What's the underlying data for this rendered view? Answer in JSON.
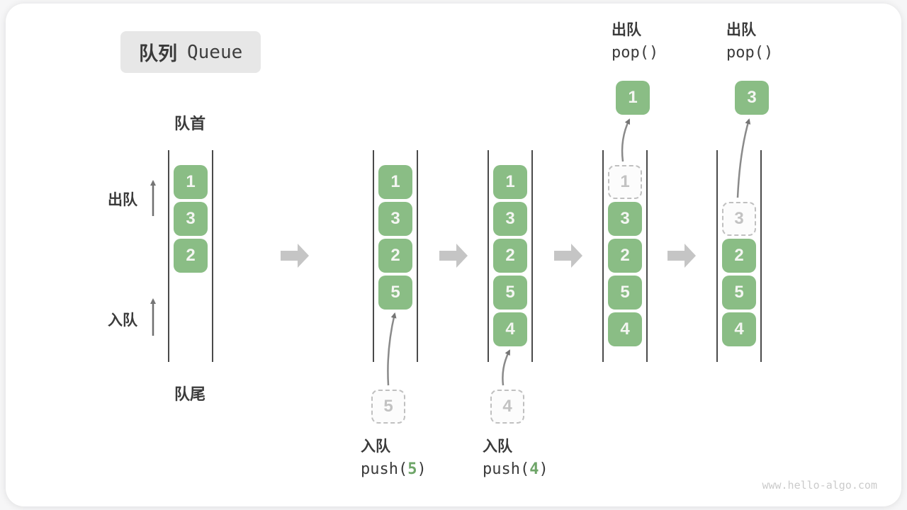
{
  "title": {
    "zh": "队列",
    "en": "Queue"
  },
  "side_labels": {
    "front": "队首",
    "rear": "队尾",
    "dequeue": "出队",
    "enqueue": "入队"
  },
  "watermark": "www.hello-algo.com",
  "colors": {
    "item_green": "#8abd85",
    "code_arg_green": "#6ea568",
    "flow_arrow_gray": "#c5c5c5",
    "thin_arrow_gray": "#7a7a7a",
    "ghost_gray": "#c2c2c2",
    "text_dark": "#3b3b3b"
  },
  "states": [
    {
      "slots": [
        [
          "1",
          "filled"
        ],
        [
          "3",
          "filled"
        ],
        [
          "2",
          "filled"
        ]
      ]
    },
    {
      "slots": [
        [
          "1",
          "filled"
        ],
        [
          "3",
          "filled"
        ],
        [
          "2",
          "filled"
        ],
        [
          "5",
          "filled"
        ]
      ],
      "incoming": "5",
      "op": {
        "label": "入队",
        "code": [
          "push(",
          "5",
          ")"
        ]
      }
    },
    {
      "slots": [
        [
          "1",
          "filled"
        ],
        [
          "3",
          "filled"
        ],
        [
          "2",
          "filled"
        ],
        [
          "5",
          "filled"
        ],
        [
          "4",
          "filled"
        ]
      ],
      "incoming": "4",
      "op": {
        "label": "入队",
        "code": [
          "push(",
          "4",
          ")"
        ]
      }
    },
    {
      "slots": [
        [
          "1",
          "ghost"
        ],
        [
          "3",
          "filled"
        ],
        [
          "2",
          "filled"
        ],
        [
          "5",
          "filled"
        ],
        [
          "4",
          "filled"
        ]
      ],
      "popped": "1",
      "op": {
        "label": "出队",
        "code": [
          "pop(",
          "",
          ")"
        ]
      }
    },
    {
      "slots": [
        [
          "",
          "empty"
        ],
        [
          "3",
          "ghost"
        ],
        [
          "2",
          "filled"
        ],
        [
          "5",
          "filled"
        ],
        [
          "4",
          "filled"
        ]
      ],
      "popped": "3",
      "op": {
        "label": "出队",
        "code": [
          "pop(",
          "",
          ")"
        ]
      }
    }
  ]
}
